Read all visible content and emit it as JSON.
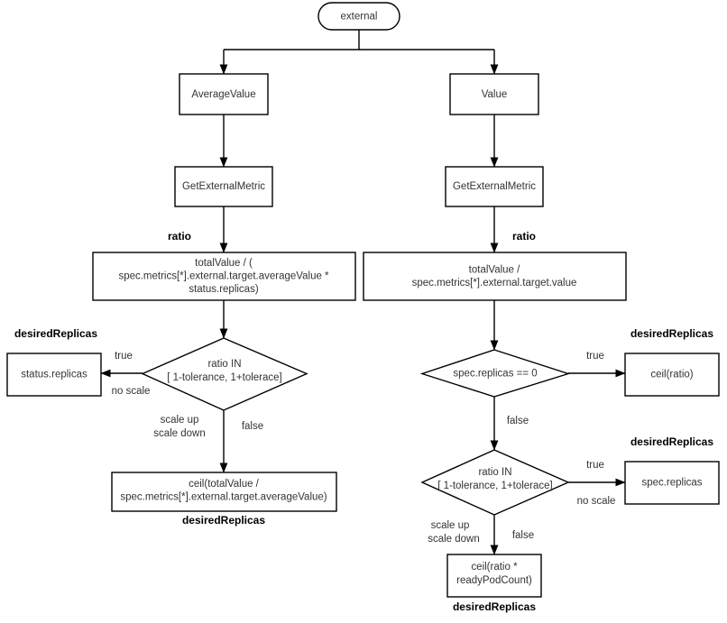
{
  "diagram": {
    "title": "external metric HPA scaling decision flow",
    "colors": {
      "stroke": "#000000",
      "fill": "#ffffff",
      "text": "#333333",
      "bold_text": "#000000"
    },
    "nodes": {
      "root": {
        "label": "external",
        "shape": "rounded-rect"
      },
      "average_value": {
        "label": "AverageValue",
        "shape": "rect"
      },
      "value": {
        "label": "Value",
        "shape": "rect"
      },
      "get_metric_left": {
        "label": "GetExternalMetric",
        "shape": "rect"
      },
      "get_metric_right": {
        "label": "GetExternalMetric",
        "shape": "rect"
      },
      "formula_left": {
        "shape": "rect",
        "lines": [
          "totalValue /  (",
          "spec.metrics[*].external.target.averageValue *",
          "status.replicas)"
        ]
      },
      "formula_right": {
        "shape": "rect",
        "lines": [
          "totalValue /",
          "spec.metrics[*].external.target.value"
        ]
      },
      "decision_left_tolerance": {
        "shape": "diamond",
        "lines": [
          "ratio IN",
          "[ 1-tolerance, 1+tolerace]"
        ]
      },
      "decision_spec_replicas_zero": {
        "shape": "diamond",
        "lines": [
          "spec.replicas == 0"
        ]
      },
      "decision_right_tolerance": {
        "shape": "diamond",
        "lines": [
          "ratio IN",
          "[ 1-tolerance, 1+tolerace]"
        ]
      },
      "result_status_replicas": {
        "label": "status.replicas",
        "shape": "rect"
      },
      "result_ceil_ratio": {
        "label": "ceil(ratio)",
        "shape": "rect"
      },
      "result_spec_replicas": {
        "label": "spec.replicas",
        "shape": "rect"
      },
      "result_ceil_total_left": {
        "shape": "rect",
        "lines": [
          "ceil(totalValue /",
          "spec.metrics[*].external.target.averageValue)"
        ]
      },
      "result_ceil_ratio_ready": {
        "shape": "rect",
        "lines": [
          "ceil(ratio *",
          "readyPodCount)"
        ]
      }
    },
    "edge_labels": {
      "ratio_left": "ratio",
      "ratio_right": "ratio",
      "true_left": "true",
      "no_scale_left": "no scale",
      "false_left": "false",
      "scale_up_left": "scale up",
      "scale_down_left": "scale down",
      "true_zero": "true",
      "false_zero": "false",
      "true_right": "true",
      "no_scale_right": "no scale",
      "false_right": "false",
      "scale_up_right": "scale up",
      "scale_down_right": "scale down"
    },
    "annotations": {
      "desired_replicas_1": "desiredReplicas",
      "desired_replicas_2": "desiredReplicas",
      "desired_replicas_3": "desiredReplicas",
      "desired_replicas_4": "desiredReplicas",
      "desired_replicas_5": "desiredReplicas"
    }
  }
}
